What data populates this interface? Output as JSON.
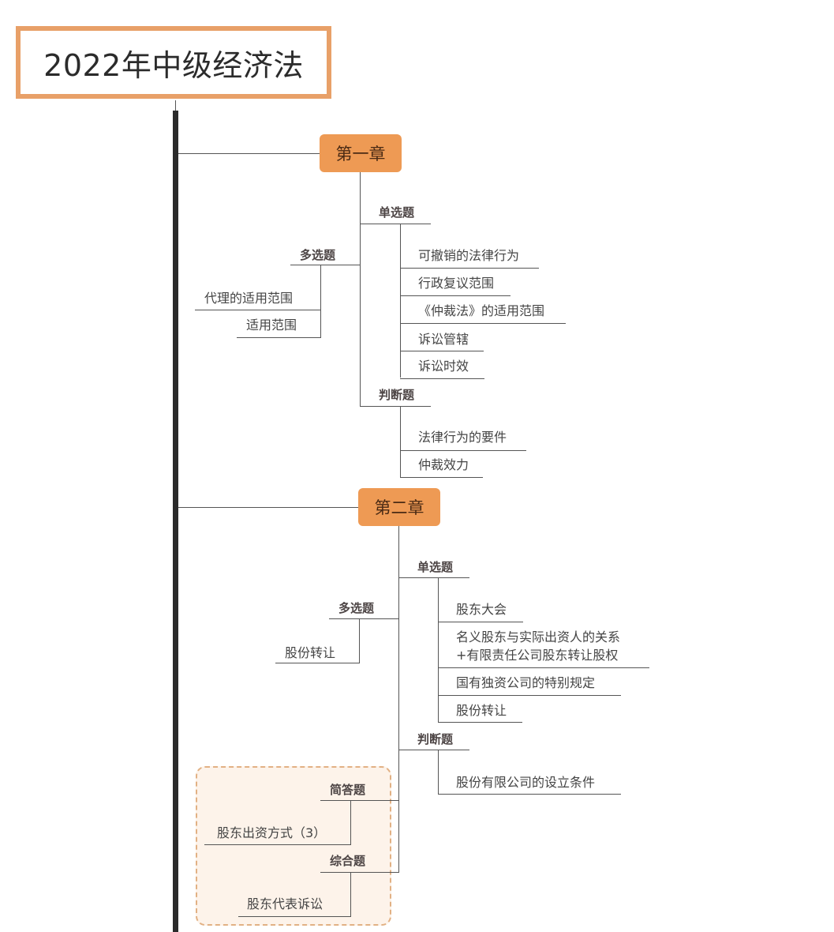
{
  "title": "2022年中级经济法",
  "colors": {
    "title_border": "#e8a068",
    "chapter_fill": "#ee9a54",
    "spine": "#2b2b2b",
    "group_fill": "#fdf3ea",
    "group_border": "#e2b184"
  },
  "chapters": [
    {
      "label": "第一章",
      "categories": {
        "single": {
          "label": "单选题",
          "items": [
            "可撤销的法律行为",
            "行政复议范围",
            "《仲裁法》的适用范围",
            "诉讼管辖",
            "诉讼时效"
          ]
        },
        "multi": {
          "label": "多选题",
          "items": [
            "代理的适用范围",
            "适用范围"
          ]
        },
        "judge": {
          "label": "判断题",
          "items": [
            "法律行为的要件",
            "仲裁效力"
          ]
        }
      }
    },
    {
      "label": "第二章",
      "categories": {
        "single": {
          "label": "单选题",
          "items": [
            "股东大会",
            "名义股东与实际出资人的关系",
            "+有限责任公司股东转让股权",
            "国有独资公司的特别规定",
            "股份转让"
          ]
        },
        "multi": {
          "label": "多选题",
          "items": [
            "股份转让"
          ]
        },
        "judge": {
          "label": "判断题",
          "items": [
            "股份有限公司的设立条件"
          ]
        },
        "short": {
          "label": "简答题",
          "items": [
            "股东出资方式（3）"
          ]
        },
        "comprehensive": {
          "label": "综合题",
          "items": [
            "股东代表诉讼"
          ]
        }
      }
    }
  ]
}
